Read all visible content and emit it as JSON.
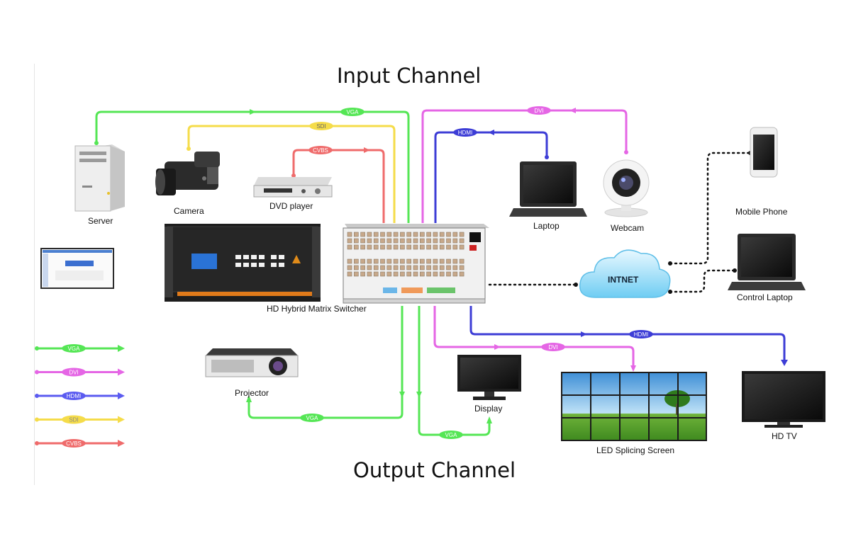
{
  "title": "Input Channel",
  "bottom_title": "Output Channel",
  "devices": {
    "server": "Server",
    "camera": "Camera",
    "dvd": "DVD player",
    "laptop": "Laptop",
    "webcam": "Webcam",
    "mobile": "Mobile Phone",
    "control_laptop": "Control Laptop",
    "cloud": "INTNET",
    "matrix": "HD Hybrid Matrix Switcher",
    "projector": "Projector",
    "display": "Display",
    "led": "LED Splicing Screen",
    "hdtv": "HD TV"
  },
  "cables": {
    "vga": "VGA",
    "sdi": "SDI",
    "cvbs": "CVBS",
    "dvi": "DVI",
    "hdmi": "HDMI"
  },
  "legend": [
    {
      "label": "VGA",
      "color": "#55e655"
    },
    {
      "label": "DVI",
      "color": "#e566e5"
    },
    {
      "label": "HDMI",
      "color": "#5b5bf0"
    },
    {
      "label": "SDI",
      "color": "#f5dc4a"
    },
    {
      "label": "CVBS",
      "color": "#ef6b6b"
    }
  ],
  "colors": {
    "vga": "#55e655",
    "dvi": "#e566e5",
    "hdmi": "#3d3dd6",
    "sdi": "#f5dc4a",
    "cvbs": "#ef6b6b"
  }
}
